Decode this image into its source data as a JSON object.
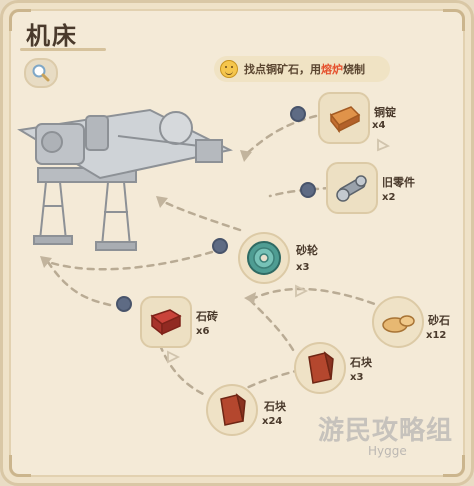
{
  "title": "机床",
  "hint": {
    "prefix": "找点铜矿石，用",
    "highlight": "熔炉",
    "suffix": "烧制"
  },
  "icons": {
    "search": "magnifier-icon",
    "hint": "smiley-face-icon",
    "machine": "lathe-machine-icon"
  },
  "colors": {
    "accent_red": "#e5512e",
    "node_blue": "#5e6b84",
    "parchment": "#f4ead7"
  },
  "items": {
    "copper_ingot": {
      "name": "铜锭",
      "count": "x4"
    },
    "old_parts": {
      "name": "旧零件",
      "count": "x2"
    },
    "grindstone": {
      "name": "砂轮",
      "count": "x3"
    },
    "brick": {
      "name": "石砖",
      "count": "x6"
    },
    "sandstone": {
      "name": "砂石",
      "count": "x12"
    },
    "stone_block_a": {
      "name": "石块",
      "count": "x3"
    },
    "stone_block_b": {
      "name": "石块",
      "count": "x24"
    }
  },
  "watermark": {
    "main": "游民攻略组",
    "sub": "Hygge"
  }
}
